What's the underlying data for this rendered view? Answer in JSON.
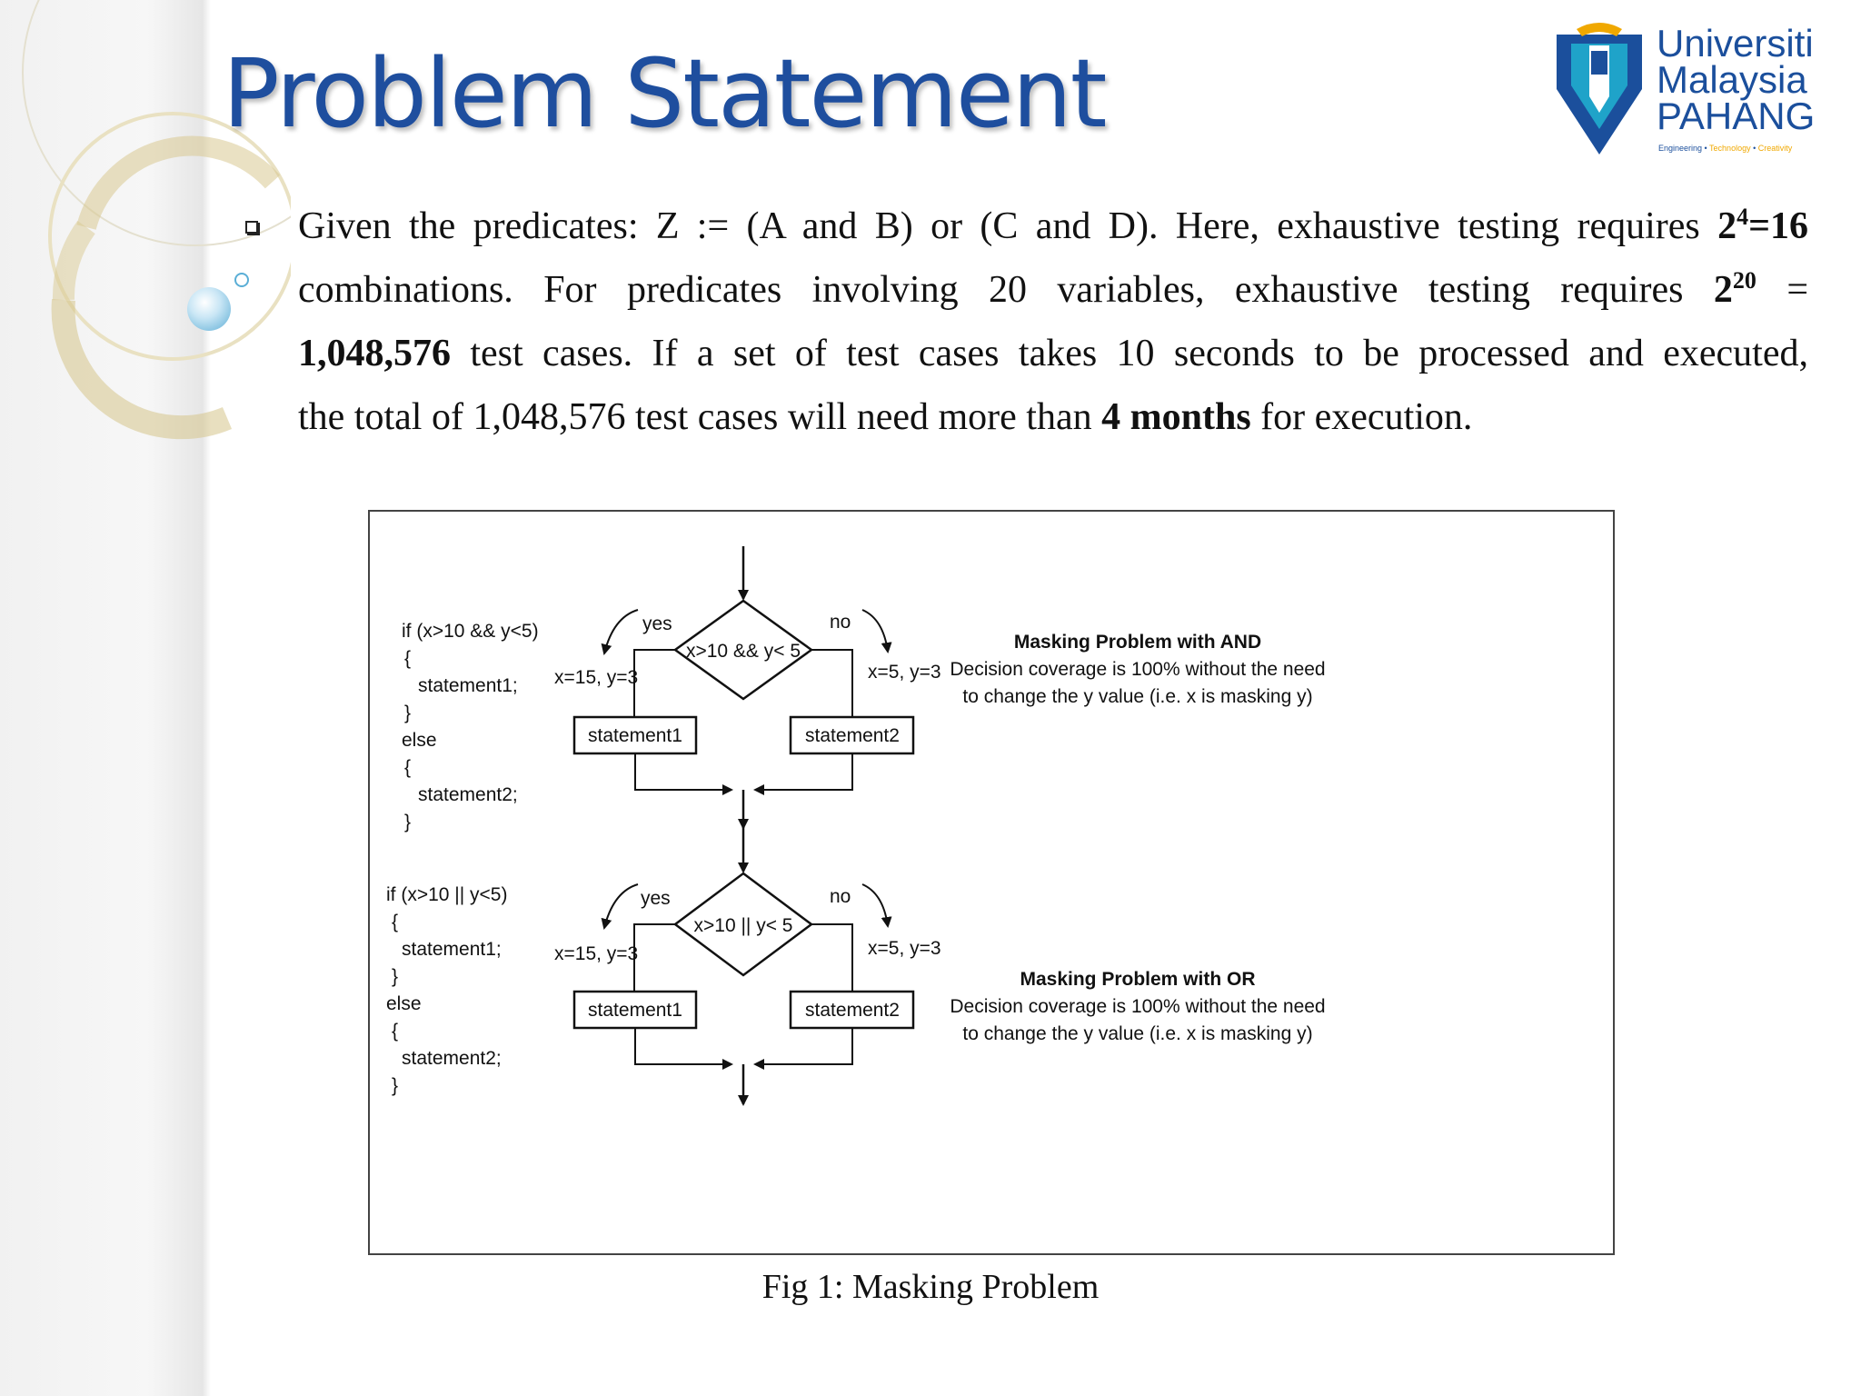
{
  "slide": {
    "title": "Problem Statement",
    "logo": {
      "line1": "Universiti",
      "line2": "Malaysia",
      "line3": "PAHANG",
      "tagline": [
        "Engineering",
        "Technology",
        "Creativity"
      ]
    },
    "bullet": {
      "seg1": "Given the predicates: Z := (A and B) or (C and D). Here, exhaustive testing requires ",
      "seg1_bold_base": "2",
      "seg1_bold_sup": "4",
      "seg1_bold_rest": "=16",
      "seg2": "combinations.   For predicates involving 20 variables, exhaustive testing requires ",
      "seg2_bold_base": "2",
      "seg2_bold_sup": "20",
      "seg2_tail": " =",
      "seg3_bold": "1,048,576",
      "seg3": " test cases. If a set of test cases takes 10 seconds to be processed and executed,",
      "seg4": "the total of 1,048,576 test cases will need more than ",
      "seg4_bold": "4 months",
      "seg4_tail": " for execution."
    },
    "caption": "Fig 1: Masking Problem"
  },
  "figure": {
    "and_panel": {
      "code": [
        "if (x>10 && y<5)",
        "{",
        "statement1;",
        "}",
        "else",
        "{",
        "statement2;",
        "}"
      ],
      "decision": "x>10 && y< 5",
      "yes": "yes",
      "no": "no",
      "left_values": "x=15, y=3",
      "right_values": "x=5, y=3",
      "left_box": "statement1",
      "right_box": "statement2",
      "note_title": "Masking Problem with AND",
      "note_line1": "Decision coverage is 100% without the need",
      "note_line2": "to change the y value (i.e. x is masking y)"
    },
    "or_panel": {
      "code": [
        "if (x>10 || y<5)",
        "{",
        "statement1;",
        "}",
        "else",
        "{",
        "statement2;",
        "}"
      ],
      "decision": "x>10 || y< 5",
      "yes": "yes",
      "no": "no",
      "left_values": "x=15, y=3",
      "right_values": "x=5, y=3",
      "left_box": "statement1",
      "right_box": "statement2",
      "note_title": "Masking Problem with OR",
      "note_line1": "Decision coverage is 100% without the need",
      "note_line2": "to change the y value (i.e. x is masking y)"
    }
  },
  "colors": {
    "title": "#1e4e9e",
    "logo_blue": "#1b4f9c",
    "logo_teal": "#1fa3c9",
    "logo_yellow": "#f0a800"
  }
}
